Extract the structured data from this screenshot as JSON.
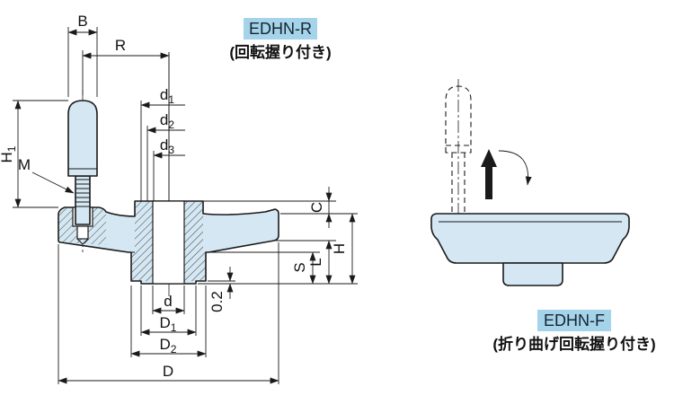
{
  "titles": {
    "r": {
      "code": "EDHN-R",
      "desc": "(回転握り付き)"
    },
    "f": {
      "code": "EDHN-F",
      "desc": "(折り曲げ回転握り付き)"
    }
  },
  "labels": {
    "B": {
      "base": "B"
    },
    "R": {
      "base": "R"
    },
    "d1": {
      "base": "d",
      "sub": "1"
    },
    "d2": {
      "base": "d",
      "sub": "2"
    },
    "d3": {
      "base": "d",
      "sub": "3"
    },
    "C": {
      "base": "C"
    },
    "H": {
      "base": "H"
    },
    "L": {
      "base": "L"
    },
    "S": {
      "base": "S"
    },
    "M": {
      "base": "M"
    },
    "H1": {
      "base": "H",
      "sub": "1"
    },
    "d": {
      "base": "d"
    },
    "D1": {
      "base": "D",
      "sub": "1"
    },
    "D2": {
      "base": "D",
      "sub": "2"
    },
    "D": {
      "base": "D"
    },
    "tol02": {
      "base": "0.2"
    }
  },
  "colors": {
    "part_fill": "#d4e7f2",
    "highlight": "#a5d3ea",
    "line": "#1a1a1a"
  }
}
